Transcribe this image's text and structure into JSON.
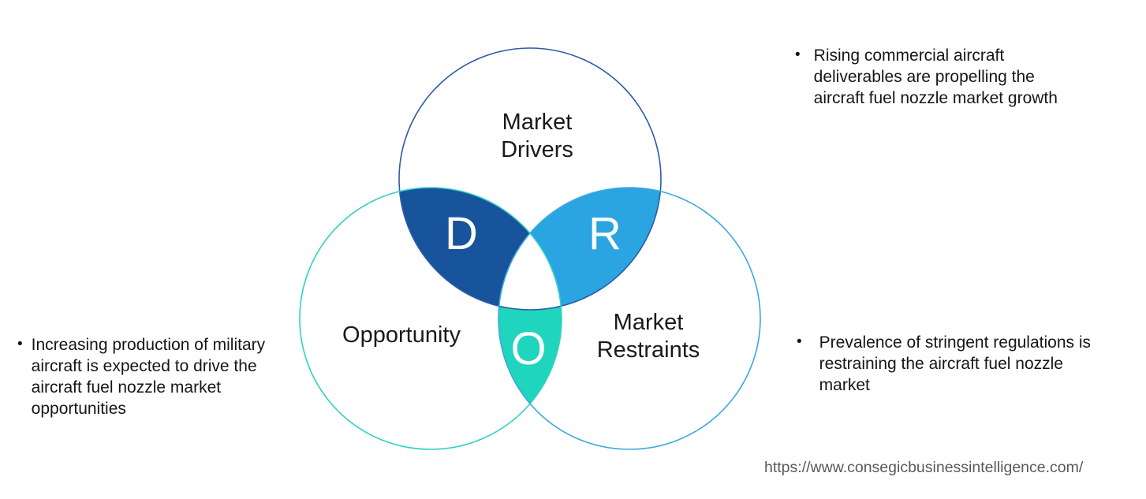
{
  "venn": {
    "colors": {
      "drivers_outline": "#2A5CA8",
      "opportunity_outline": "#30D2C2",
      "restraints_outline": "#3BA8E1",
      "drivers_overlap_fill": "#17549C",
      "restraints_overlap_fill": "#2BA4E2",
      "opportunity_overlap_fill": "#1FD5BD",
      "center_fill": "#FFFFFF"
    },
    "labels": {
      "drivers_line1": "Market",
      "drivers_line2": "Drivers",
      "opportunity": "Opportunity",
      "restraints_line1": "Market",
      "restraints_line2": "Restraints"
    },
    "letters": {
      "drivers": "D",
      "restraints": "R",
      "opportunity": "O"
    }
  },
  "bullets": {
    "top_right": {
      "marker": "•",
      "lines": [
        "Rising commercial aircraft",
        "deliverables are propelling the",
        "aircraft fuel nozzle market growth"
      ]
    },
    "left": {
      "marker": "•",
      "lines": [
        "Increasing production of military",
        "aircraft is expected to drive the",
        "aircraft fuel nozzle market",
        "opportunities"
      ]
    },
    "bottom_right": {
      "marker": "•",
      "lines": [
        "Prevalence of stringent regulations is",
        "restraining the aircraft fuel nozzle",
        "market"
      ]
    }
  },
  "footer": {
    "url": "https://www.consegicbusinessintelligence.com/"
  }
}
